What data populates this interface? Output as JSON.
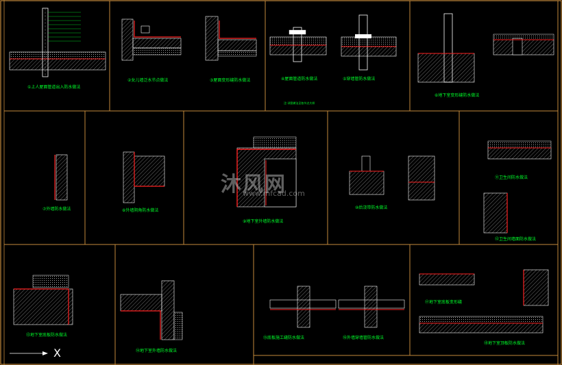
{
  "watermark": {
    "brand": "沐风网",
    "url": "www.mfcad.com"
  },
  "colors": {
    "background": "#000000",
    "frame": "#c48a3c",
    "green_text": "#00ff2a",
    "red_line": "#ff2222",
    "white_line": "#ffffff"
  },
  "corner_mark": "X",
  "panels": [
    {
      "id": "p1",
      "caption": "①上人屋面管道出入防水做法"
    },
    {
      "id": "p2",
      "caption": "②女儿墙泛水节点做法"
    },
    {
      "id": "p3",
      "caption": "③屋面变形缝防水做法"
    },
    {
      "id": "p4",
      "caption": "④屋面管道防水做法"
    },
    {
      "id": "p5",
      "caption": "⑤穿墙管防水做法"
    },
    {
      "id": "p6",
      "caption": "⑥地下室变形缝防水做法"
    },
    {
      "id": "p7",
      "caption": "⑦外墙防水做法"
    },
    {
      "id": "p8",
      "caption": "⑧外墙阴角防水做法"
    },
    {
      "id": "p9",
      "caption": "⑨地下室外墙防水做法"
    },
    {
      "id": "p10",
      "caption": "⑩后浇带防水做法"
    },
    {
      "id": "p11",
      "caption": "⑪卫生间防水做法"
    },
    {
      "id": "p12",
      "caption": "⑫卫生间墙面防水做法"
    },
    {
      "id": "p13",
      "caption": "⑬地下室底板防水做法"
    },
    {
      "id": "p14",
      "caption": "⑭地下室外墙防水做法"
    },
    {
      "id": "p15",
      "caption": "⑮底板施工缝防水做法"
    },
    {
      "id": "p16",
      "caption": "⑯外墙穿墙管防水做法"
    },
    {
      "id": "p17",
      "caption": "⑰地下室底板变形缝"
    },
    {
      "id": "p18",
      "caption": "⑱地下室顶板防水做法"
    }
  ],
  "note": "注:详图做法见各节点大样"
}
